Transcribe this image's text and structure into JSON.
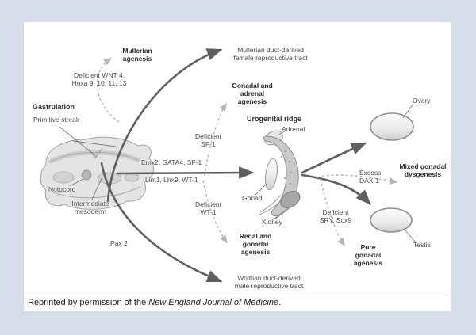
{
  "figure": {
    "type": "biomedical-pathway-diagram",
    "topic": "Genetic control of gonadal and reproductive tract development"
  },
  "labels": {
    "mullerian_agenesis": "Mullerian\nagenesis",
    "deficient_wnt": "Deficient WNT 4,\nHoxa 9, 10, 11, 13",
    "gastrulation": "Gastrulation",
    "primitive_streak": "Primitive streak",
    "notocord": "Notocord",
    "intermediate_mesoderm": "Intermediate\nmesoderm",
    "pax2": "Pax 2",
    "emx2_gata4_sf1": "Emx2, GATA4, SF-1",
    "lim1_lhx9_wt1": "Lim1, Lhx9, WT-1",
    "deficient_sf1": "Deficient\nSF-1",
    "deficient_wt1": "Deficient\nWT-1",
    "mullerian_duct": "Mullerian duct-derived\nfemale reproductive tract",
    "gonadal_adrenal_agenesis": "Gonadal and\nadrenal\nagenesis",
    "urogenital_ridge": "Urogenital ridge",
    "adrenal": "Adrenal",
    "gonad": "Gonad",
    "kidney": "Kidney",
    "renal_gonadal_agenesis": "Renal and\ngonadal\nagenesis",
    "wolffian_duct": "Wolffian duct-derived\nmale reproductive tract",
    "excess_dax1": "Excess\nDAX-1",
    "mixed_gonadal_dysgenesis": "Mixed gonadal\ndysgenesis",
    "deficient_sry_sox9": "Deficient\nSRY, Sox9",
    "pure_gonadal_agenesis": "Pure\ngonadal\nagenesis",
    "ovary": "Ovary",
    "testis": "Testis"
  },
  "caption": {
    "prefix": "Reprinted by permission of the ",
    "journal": "New England Journal of Medicine",
    "suffix": "."
  },
  "colors": {
    "background": "#d7dde8",
    "panel": "#ffffff",
    "solid_arrow": "#5f5f5f",
    "dashed_arrow": "#b3b1ac",
    "label_text": "#4a4a4a",
    "bold_text": "#2d2d2d"
  }
}
